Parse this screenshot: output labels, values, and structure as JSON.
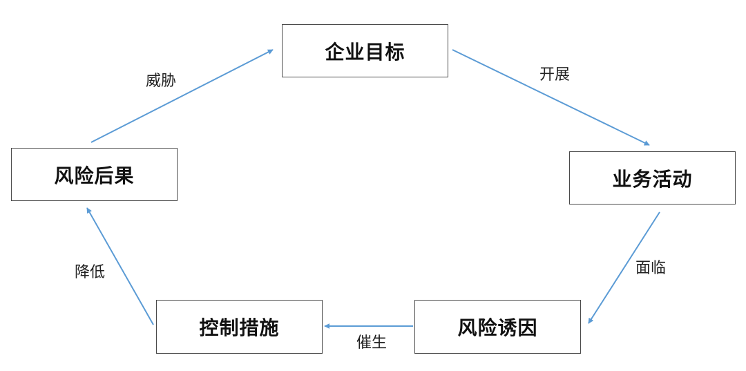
{
  "nodes": {
    "goal": "企业目标",
    "activity": "业务活动",
    "inducement": "风险诱因",
    "control": "控制措施",
    "consequence": "风险后果"
  },
  "edges": {
    "goal_to_activity": "开展",
    "activity_to_inducement": "面临",
    "inducement_to_control": "催生",
    "control_to_consequence": "降低",
    "consequence_to_goal": "威胁"
  },
  "colors": {
    "arrow": "#5b9bd5",
    "node_border": "#4a4a4a",
    "text": "#111111"
  }
}
